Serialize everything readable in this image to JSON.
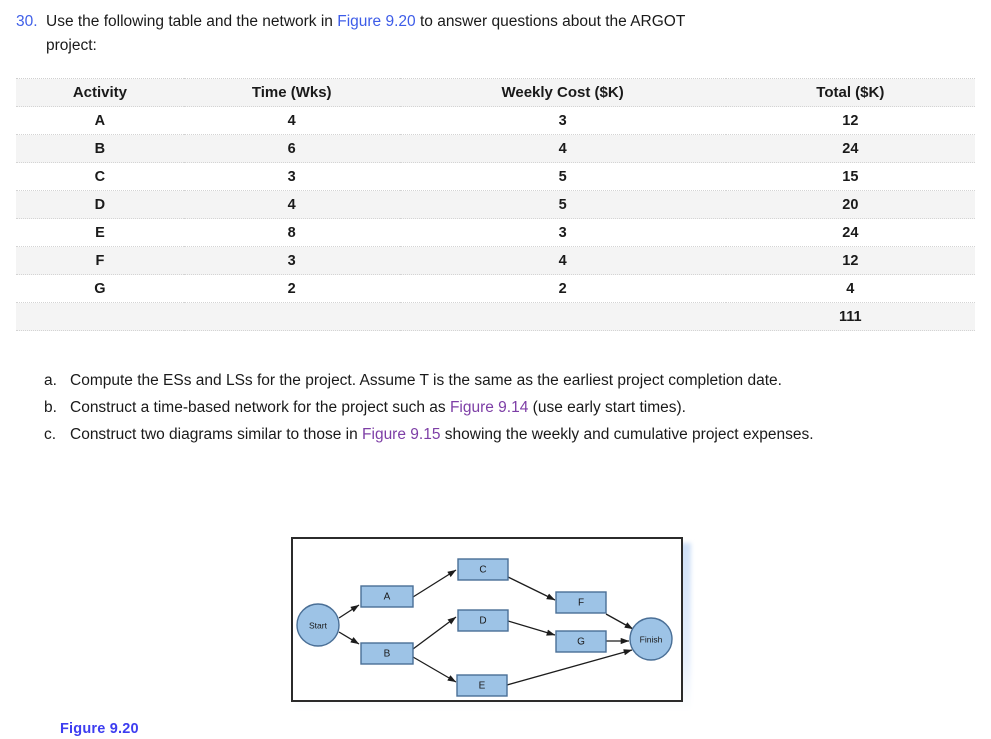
{
  "question": {
    "number": "30.",
    "text_part1": "Use the following table and the network in ",
    "link1": "Figure 9.20",
    "text_part2": " to answer questions about the ARGOT",
    "continuation": "project:"
  },
  "table": {
    "headers": [
      "Activity",
      "Time (Wks)",
      "Weekly Cost ($K)",
      "Total ($K)"
    ],
    "rows": [
      {
        "activity": "A",
        "time": "4",
        "weekly_cost": "3",
        "total": "12"
      },
      {
        "activity": "B",
        "time": "6",
        "weekly_cost": "4",
        "total": "24"
      },
      {
        "activity": "C",
        "time": "3",
        "weekly_cost": "5",
        "total": "15"
      },
      {
        "activity": "D",
        "time": "4",
        "weekly_cost": "5",
        "total": "20"
      },
      {
        "activity": "E",
        "time": "8",
        "weekly_cost": "3",
        "total": "24"
      },
      {
        "activity": "F",
        "time": "3",
        "weekly_cost": "4",
        "total": "12"
      },
      {
        "activity": "G",
        "time": "2",
        "weekly_cost": "2",
        "total": "4"
      }
    ],
    "total_row": {
      "activity": "",
      "time": "",
      "weekly_cost": "",
      "total": "111"
    }
  },
  "sub_questions": [
    {
      "marker": "a.",
      "text_before": "Compute the ESs and LSs for the project. Assume T is the same as the earliest project completion date.",
      "link": "",
      "text_after": ""
    },
    {
      "marker": "b.",
      "text_before": "Construct a time-based network for the project such as ",
      "link": "Figure 9.14",
      "text_after": " (use early start times)."
    },
    {
      "marker": "c.",
      "text_before": "Construct two diagrams similar to those in ",
      "link": "Figure 9.15",
      "text_after": " showing the weekly and cumulative project expenses."
    }
  ],
  "figure": {
    "caption": "Figure 9.20",
    "nodes": [
      {
        "id": "start",
        "label": "Start",
        "shape": "circle"
      },
      {
        "id": "a",
        "label": "A",
        "shape": "box"
      },
      {
        "id": "b",
        "label": "B",
        "shape": "box"
      },
      {
        "id": "c",
        "label": "C",
        "shape": "box"
      },
      {
        "id": "d",
        "label": "D",
        "shape": "box"
      },
      {
        "id": "e",
        "label": "E",
        "shape": "box"
      },
      {
        "id": "f",
        "label": "F",
        "shape": "box"
      },
      {
        "id": "g",
        "label": "G",
        "shape": "box"
      },
      {
        "id": "finish",
        "label": "Finish",
        "shape": "circle"
      }
    ],
    "edges": [
      {
        "from": "start",
        "to": "a"
      },
      {
        "from": "start",
        "to": "b"
      },
      {
        "from": "a",
        "to": "c"
      },
      {
        "from": "b",
        "to": "d"
      },
      {
        "from": "b",
        "to": "e"
      },
      {
        "from": "c",
        "to": "f"
      },
      {
        "from": "d",
        "to": "g"
      },
      {
        "from": "f",
        "to": "finish"
      },
      {
        "from": "g",
        "to": "finish"
      },
      {
        "from": "e",
        "to": "finish"
      }
    ],
    "colors": {
      "node_fill": "#9dc3e6",
      "node_stroke": "#4a6f96",
      "frame": "#2b2b2b"
    }
  },
  "colors": {
    "link_unvisited": "#3d5ce8",
    "link_visited": "#7d3ea6",
    "caption": "#3d3df0",
    "row_stripe": "#f4f4f4"
  }
}
